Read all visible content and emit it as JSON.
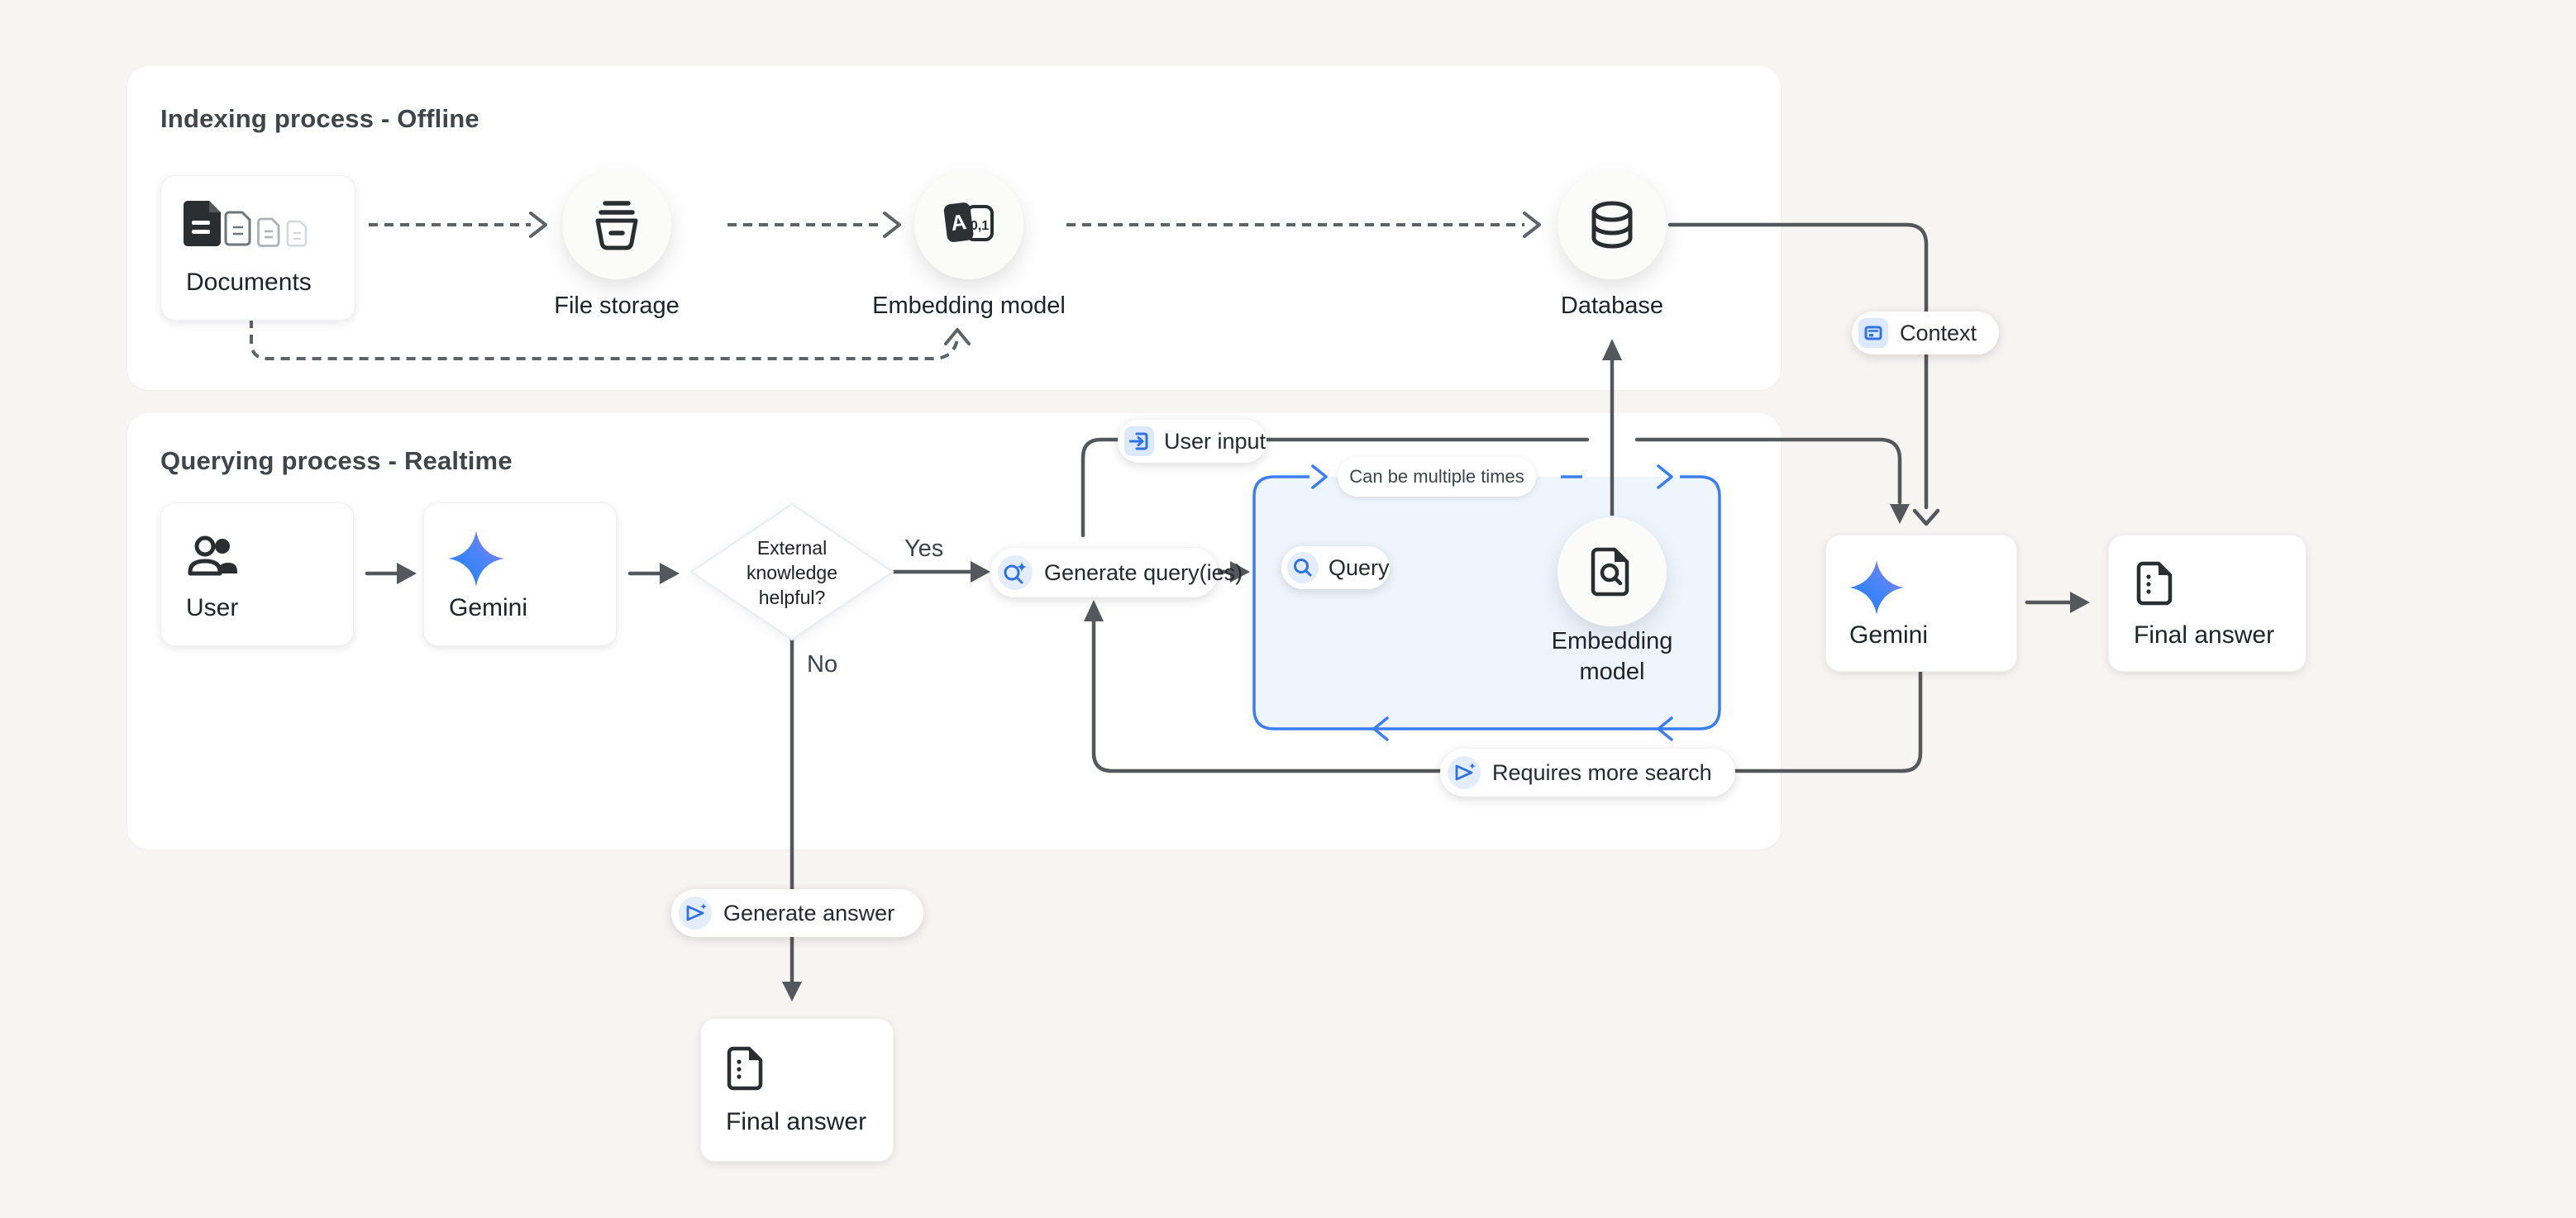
{
  "panels": {
    "indexing": {
      "title": "Indexing process - Offline"
    },
    "querying": {
      "title": "Querying process - Realtime"
    }
  },
  "nodes": {
    "documents": {
      "label": "Documents"
    },
    "file_storage": {
      "label": "File storage"
    },
    "embedding_model": {
      "label": "Embedding model"
    },
    "database": {
      "label": "Database"
    },
    "user": {
      "label": "User"
    },
    "gemini": {
      "label": "Gemini"
    },
    "decision": {
      "line1": "External",
      "line2": "knowledge",
      "line3": "helpful?"
    },
    "generate_queries": {
      "label": "Generate query(ies)"
    },
    "query": {
      "label": "Query"
    },
    "embedding_model_query": {
      "line1": "Embedding",
      "line2": "model"
    },
    "gemini_final": {
      "label": "Gemini"
    },
    "final_answer_right": {
      "label": "Final answer"
    },
    "final_answer_bottom": {
      "label": "Final answer"
    }
  },
  "edge_labels": {
    "user_input": "User input",
    "context": "Context",
    "can_be_multiple_times": "Can be multiple times",
    "requires_more_search": "Requires more search",
    "generate_answer": "Generate answer",
    "yes": "Yes",
    "no": "No"
  },
  "colors": {
    "background": "#f7f5f1",
    "panel": "#ffffff",
    "accent_blue": "#3b7df6",
    "loop_box_fill": "#eef5fd",
    "icon_chip_blue": "#e4edfc",
    "line_grey": "#54575b",
    "dashed_grey": "#5f6368",
    "text_dark": "#1f2328",
    "title_grey": "#40454a",
    "gemini_gradient_start": "#217bfe",
    "gemini_gradient_end": "#9b72f2"
  }
}
